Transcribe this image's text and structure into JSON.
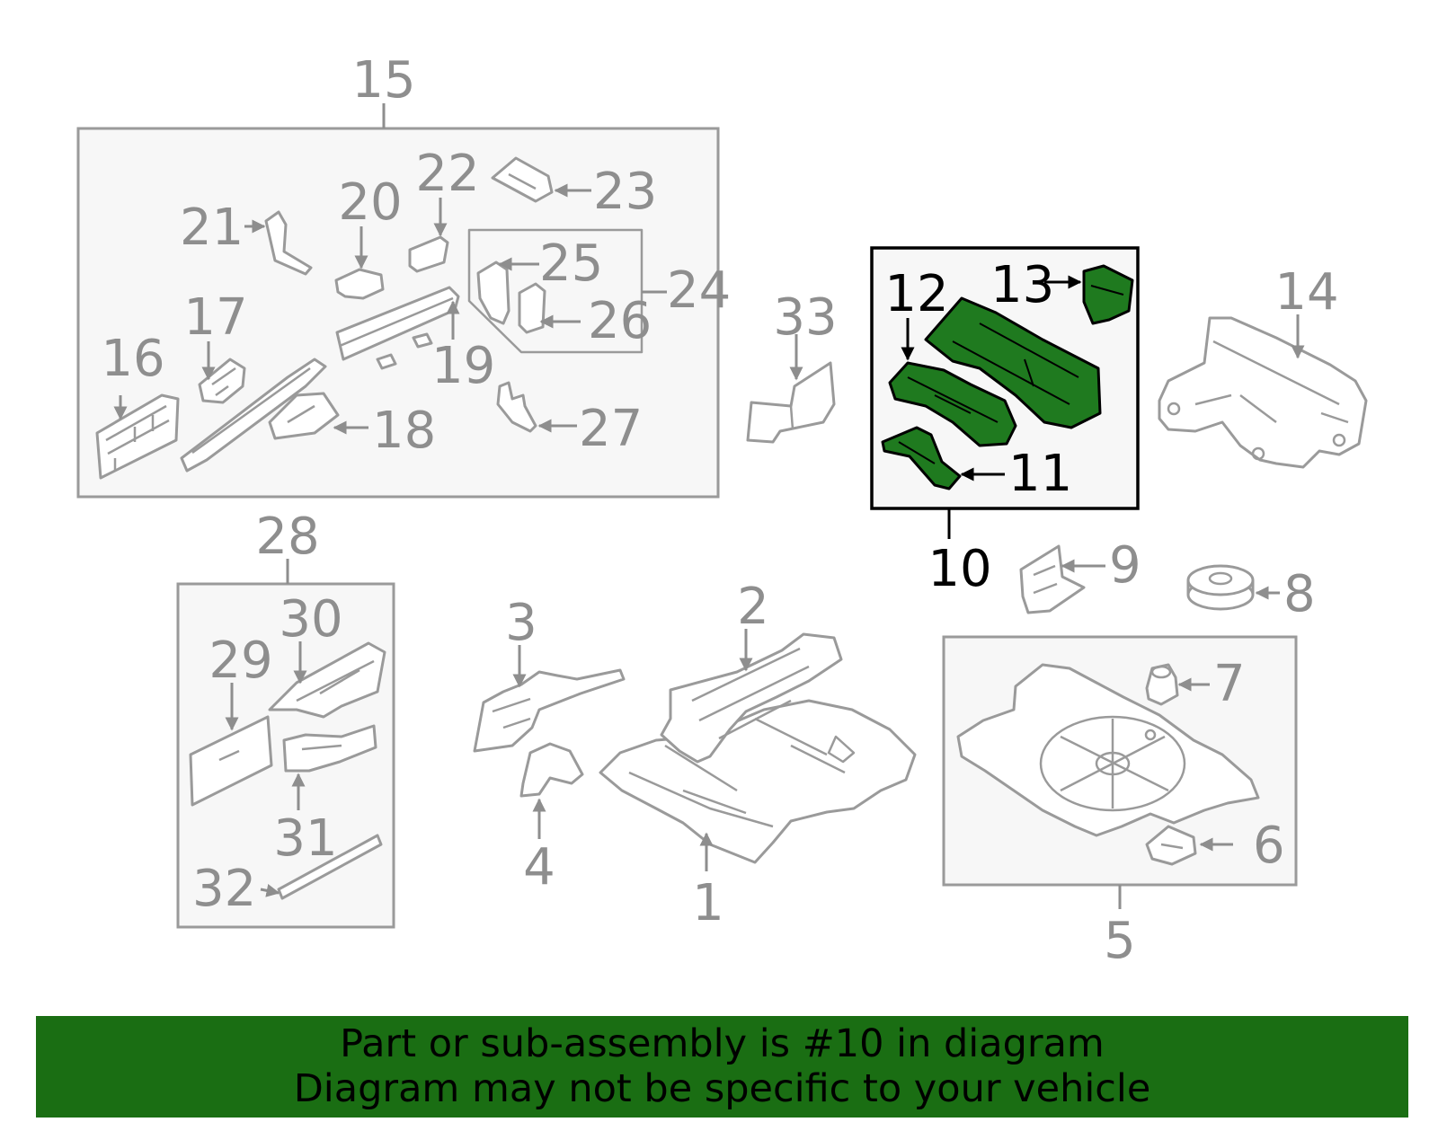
{
  "highlight_color": "#1f7a1f",
  "banner_color": "#1a6e13",
  "callouts": {
    "c1": "1",
    "c2": "2",
    "c3": "3",
    "c4": "4",
    "c5": "5",
    "c6": "6",
    "c7": "7",
    "c8": "8",
    "c9": "9",
    "c10": "10",
    "c11": "11",
    "c12": "12",
    "c13": "13",
    "c14": "14",
    "c15": "15",
    "c16": "16",
    "c17": "17",
    "c18": "18",
    "c19": "19",
    "c20": "20",
    "c21": "21",
    "c22": "22",
    "c23": "23",
    "c24": "24",
    "c25": "25",
    "c26": "26",
    "c27": "27",
    "c28": "28",
    "c29": "29",
    "c30": "30",
    "c31": "31",
    "c32": "32",
    "c33": "33"
  },
  "highlighted_callouts": [
    "10",
    "11",
    "12",
    "13"
  ],
  "banner": {
    "line1": "Part or sub-assembly is #10 in diagram",
    "line2": "Diagram may not be specific to your vehicle"
  }
}
